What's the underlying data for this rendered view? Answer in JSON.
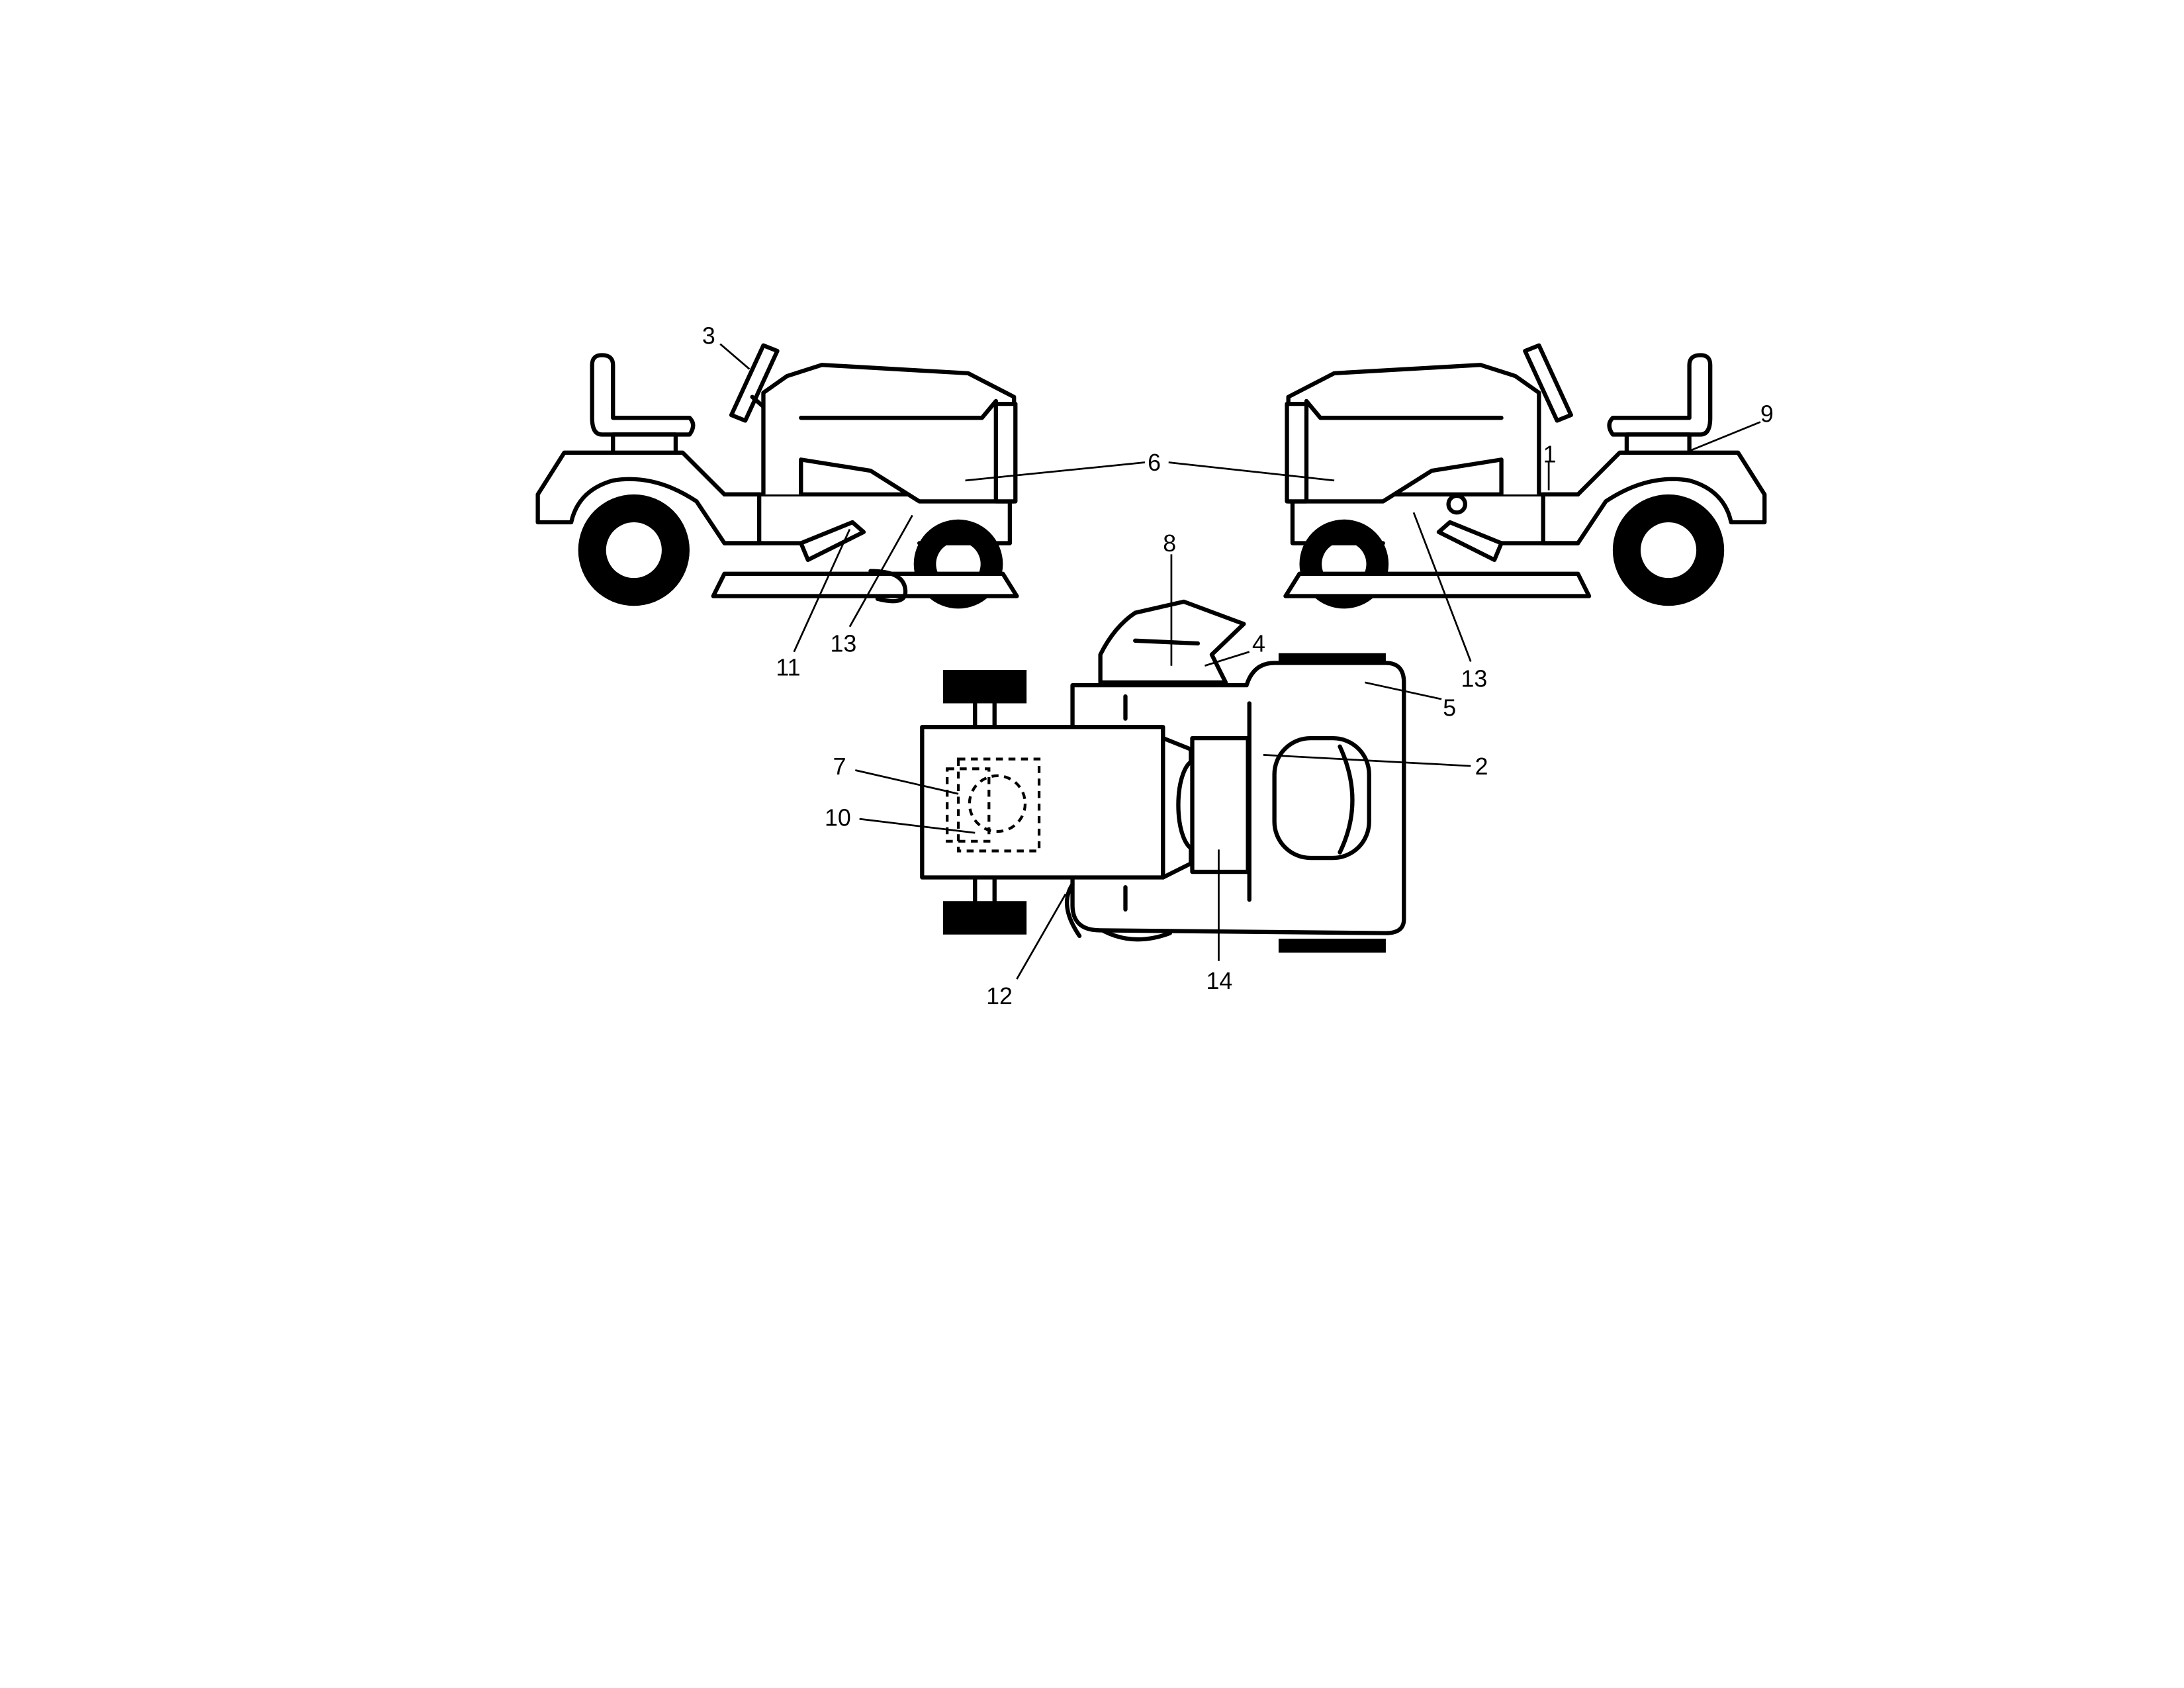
{
  "diagram": {
    "callouts": {
      "c1": "1",
      "c2": "2",
      "c3": "3",
      "c4": "4",
      "c5": "5",
      "c6": "6",
      "c7": "7",
      "c8": "8",
      "c9": "9",
      "c10": "10",
      "c11": "11",
      "c12": "12",
      "c13a": "13",
      "c13b": "13",
      "c14": "14"
    }
  }
}
